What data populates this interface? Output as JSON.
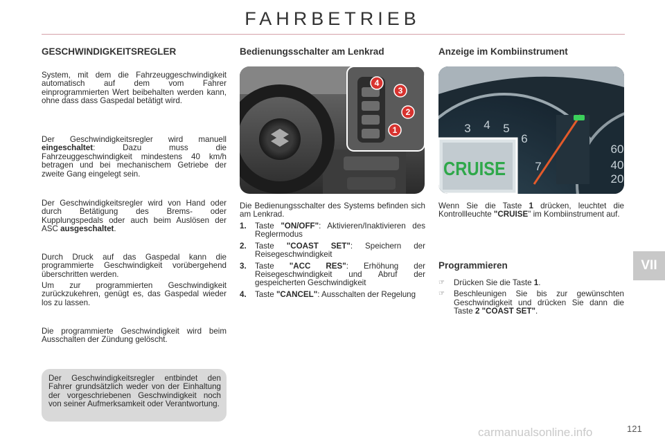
{
  "header": {
    "title": "FAHRBETRIEB"
  },
  "chapter_tab": "VII",
  "page_number": "121",
  "watermark": "carmanualsonline.info",
  "col1": {
    "heading": "GESCHWINDIGKEITSREGLER",
    "p1": "System, mit dem die Fahrzeuggeschwindigkeit automatisch auf dem vom Fahrer einprogrammierten Wert beibehalten werden kann, ohne dass dass Gaspedal betätigt wird.",
    "p2_pre": "Der Geschwindigkeitsregler wird manuell ",
    "p2_bold": "eingeschaltet",
    "p2_post": ": Dazu muss die Fahrzeuggeschwindigkeit mindestens 40 km/h betragen und bei mechanischem Getriebe der zweite Gang eingelegt sein.",
    "p3_pre": "Der Geschwindigkeitsregler wird von Hand oder durch Betätigung des Brems- oder Kupplungspedals oder auch beim Auslösen der ASC ",
    "p3_bold": "ausgeschaltet",
    "p3_post": ".",
    "p4": "Durch Druck auf das Gaspedal kann die programmierte Geschwindigkeit vorübergehend überschritten werden.",
    "p5": "Um zur programmierten Geschwindigkeit zurückzukehren, genügt es, das Gaspedal wieder los zu lassen.",
    "p6": "Die programmierte Geschwindigkeit wird beim Ausschalten der Zündung gelöscht.",
    "note": "Der Geschwindigkeitsregler entbindet den Fahrer grundsätzlich weder von der Einhaltung der vorgeschriebenen Geschwindigkeit noch von seiner Aufmerksamkeit oder Verantwortung."
  },
  "col2": {
    "heading": "Bedienungsschalter am Lenkrad",
    "image_labels": [
      "4",
      "3",
      "2",
      "1"
    ],
    "intro": "Die Bedienungsschalter des Systems befinden sich am Lenkrad.",
    "items": [
      {
        "num": "1.",
        "pre": "Taste ",
        "key": "\"ON/OFF\"",
        "post": ": Aktivieren/Inaktivieren des Reglermodus"
      },
      {
        "num": "2.",
        "pre": "Taste ",
        "key": "\"COAST SET\"",
        "post": ": Speichern der Reisegeschwindigkeit"
      },
      {
        "num": "3.",
        "pre": "Taste ",
        "key": "\"ACC RES\"",
        "post": ": Erhöhung der Reisegeschwindigkeit und Abruf der gespeicherten Geschwindigkeit"
      },
      {
        "num": "4.",
        "pre": "Taste ",
        "key": "\"CANCEL\"",
        "post": ": Ausschalten der Regelung"
      }
    ]
  },
  "col3": {
    "heading": "Anzeige im Kombiinstrument",
    "image": {
      "cruise_label": "CRUISE",
      "gauge_numbers": [
        "3",
        "4",
        "5",
        "6",
        "7",
        "60",
        "40",
        "20"
      ]
    },
    "text_pre": "Wenn Sie die Taste ",
    "text_key": "1",
    "text_mid": " drücken, leuchtet die Kontrollleuchte ",
    "text_key2": "\"CRUISE",
    "text_post": "\" im Kombiinstrument auf.",
    "sub_heading": "Programmieren",
    "bullets": [
      {
        "pre": "Drücken Sie die Taste ",
        "key": "1",
        "post": "."
      },
      {
        "pre": "Beschleunigen Sie bis zur gewünschten Geschwindigkeit und drücken Sie dann die Taste ",
        "key": "2 \"COAST SET\"",
        "post": "."
      }
    ]
  },
  "colors": {
    "accent_rule": "#d4a0a8",
    "tab": "#c8c8c8",
    "cruise_green": "#2fa84a",
    "callout_red": "#d8332f"
  }
}
